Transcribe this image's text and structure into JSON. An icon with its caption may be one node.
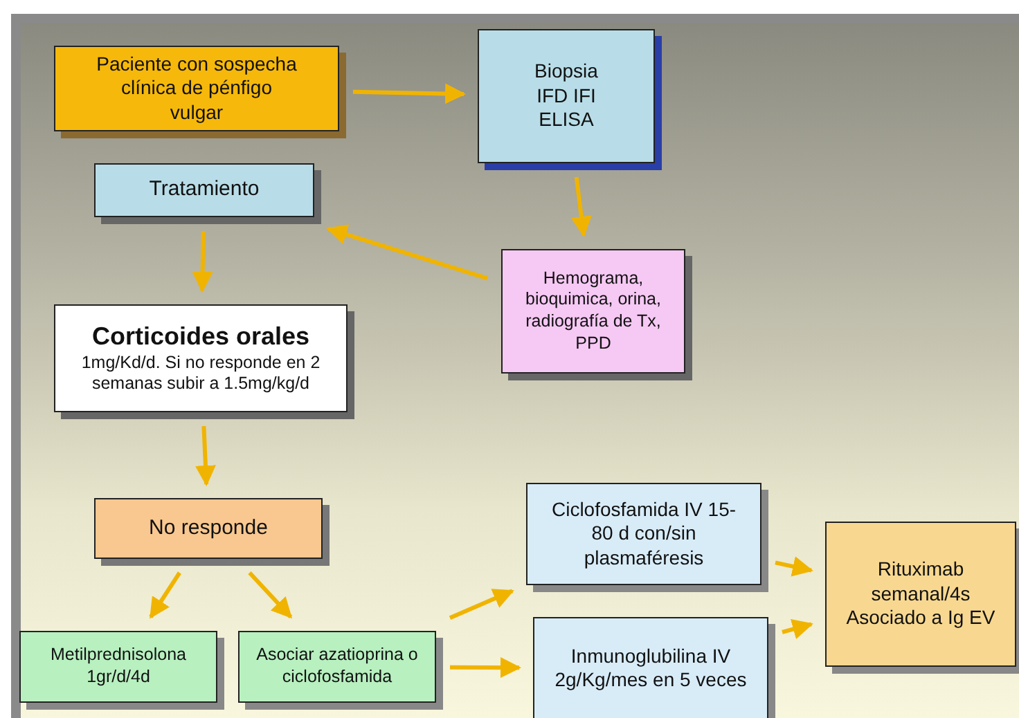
{
  "diagram": {
    "nodes": [
      {
        "text": [
          "Paciente con sospecha clínica de pénfigo vulgar"
        ]
      },
      {
        "text": [
          "Biopsia IFD IFI ELISA"
        ]
      },
      {
        "text": [
          "Tratamiento"
        ]
      },
      {
        "text": [
          "Hemograma, bioquimica, orina, radiografía de Tx, PPD"
        ]
      },
      {
        "text": [
          "Corticoides orales",
          "1mg/Kd/d. Si no responde en 2 semanas subir a 1.5mg/kg/d"
        ]
      },
      {
        "text": [
          "No responde"
        ]
      },
      {
        "text": [
          "Metilprednisolona 1gr/d/4d"
        ]
      },
      {
        "text": [
          "Asociar azatioprina o ciclofosfamida"
        ]
      },
      {
        "text": [
          "Ciclofosfamida IV 15-80 d con/sin plasmaféresis"
        ]
      },
      {
        "text": [
          "Inmunoglubilina IV 2g/Kg/mes en 5 veces"
        ]
      },
      {
        "text": [
          "Rituximab semanal/4s Asociado a Ig EV"
        ]
      }
    ],
    "edges": [
      {
        "from": 0,
        "to": 1,
        "arrow": "to"
      },
      {
        "from": 1,
        "to": 3,
        "arrow": "to"
      },
      {
        "from": 3,
        "to": 2,
        "arrow": "to"
      },
      {
        "from": 2,
        "to": 4,
        "arrow": "to"
      },
      {
        "from": 4,
        "to": 5,
        "arrow": "to"
      },
      {
        "from": 5,
        "to": 6,
        "arrow": "to"
      },
      {
        "from": 5,
        "to": 7,
        "arrow": "to"
      },
      {
        "from": 7,
        "to": 8,
        "arrow": "to"
      },
      {
        "from": 7,
        "to": 9,
        "arrow": "to"
      },
      {
        "from": 8,
        "to": 10,
        "arrow": "to"
      },
      {
        "from": 9,
        "to": 10,
        "arrow": "to"
      }
    ]
  }
}
